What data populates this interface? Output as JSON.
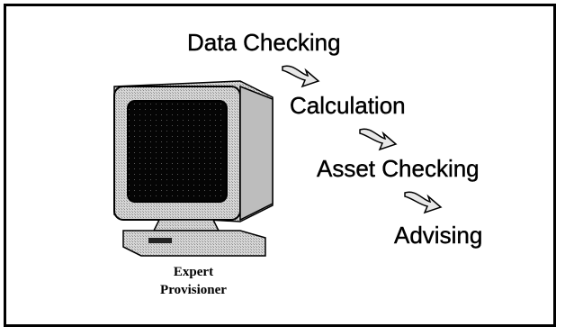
{
  "diagram": {
    "steps": [
      "Data Checking",
      "Calculation",
      "Asset Checking",
      "Advising"
    ],
    "caption": {
      "line1": "Expert",
      "line2": "Provisioner"
    }
  },
  "icons": [
    "computer-icon",
    "arrow-icon"
  ]
}
